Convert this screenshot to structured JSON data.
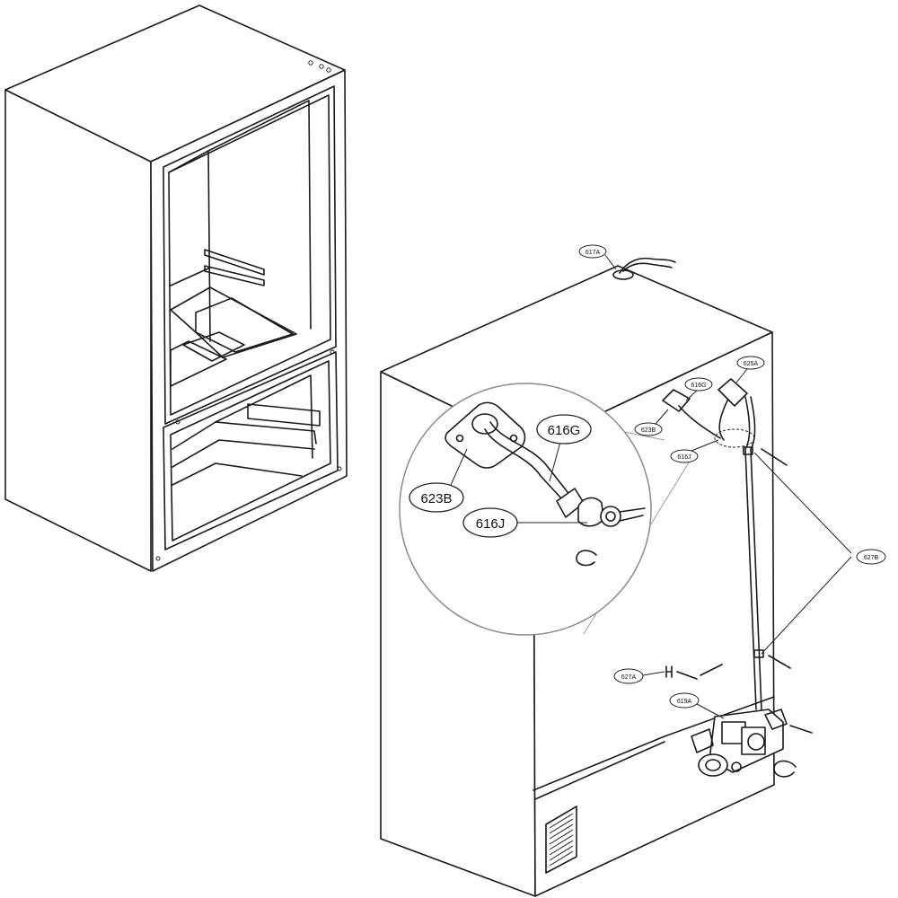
{
  "callouts": {
    "c617A": "617A",
    "c625A": "625A",
    "c616G": "616G",
    "c623B": "623B",
    "c616J": "616J",
    "c627B": "627B",
    "c627A": "627A",
    "c619A": "619A",
    "z616G": "616G",
    "z623B": "623B",
    "z616J": "616J"
  },
  "colors": {
    "line": "#1a1a1a",
    "background": "#ffffff",
    "detail_circle": "#999999"
  }
}
